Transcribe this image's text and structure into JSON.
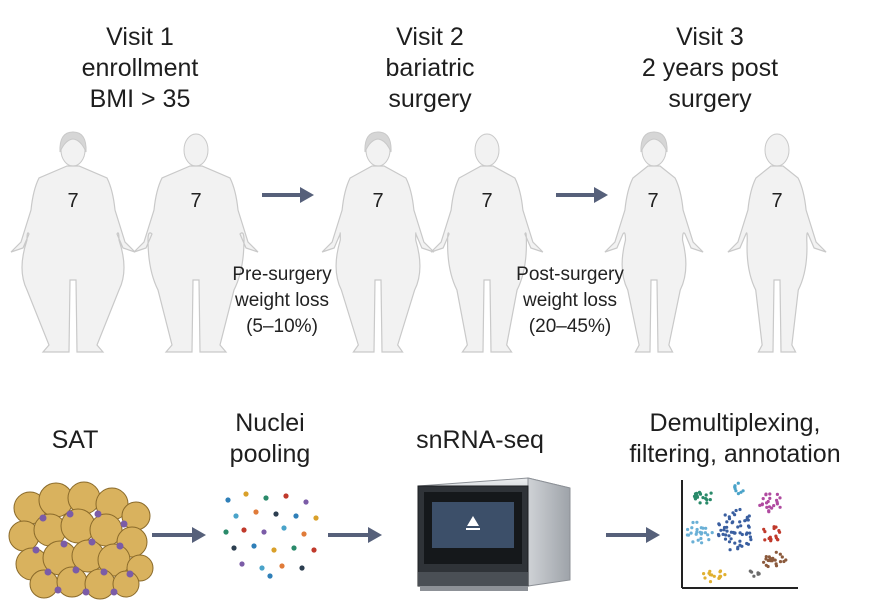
{
  "visits": [
    {
      "title": "Visit 1\nenrollment\nBMI > 35"
    },
    {
      "title": "Visit 2\nbariatric\nsurgery"
    },
    {
      "title": "Visit 3\n2 years post\nsurgery"
    }
  ],
  "figures": [
    {
      "sex": "female",
      "stage": "obese",
      "count": "7"
    },
    {
      "sex": "male",
      "stage": "obese",
      "count": "7"
    },
    {
      "sex": "female",
      "stage": "moderate",
      "count": "7"
    },
    {
      "sex": "male",
      "stage": "moderate",
      "count": "7"
    },
    {
      "sex": "female",
      "stage": "lean",
      "count": "7"
    },
    {
      "sex": "male",
      "stage": "lean",
      "count": "7"
    }
  ],
  "transitions": [
    {
      "label": "Pre-surgery\nweight loss\n(5–10%)"
    },
    {
      "label": "Post-surgery\nweight loss\n(20–45%)"
    }
  ],
  "workflow": [
    {
      "label": "SAT",
      "icon": "adipose-tissue-icon"
    },
    {
      "label": "Nuclei\npooling",
      "icon": "nuclei-pool-icon"
    },
    {
      "label": "snRNA-seq",
      "icon": "sequencer-icon"
    },
    {
      "label": "Demultiplexing,\nfiltering, annotation",
      "icon": "umap-clusters-icon"
    }
  ],
  "colors": {
    "body_fill": "#f2f2f2",
    "body_stroke": "#c9c9c9",
    "arrow": "#56607a",
    "fat_cell": "#d9b25e",
    "nuclei": "#7b5ca7"
  }
}
